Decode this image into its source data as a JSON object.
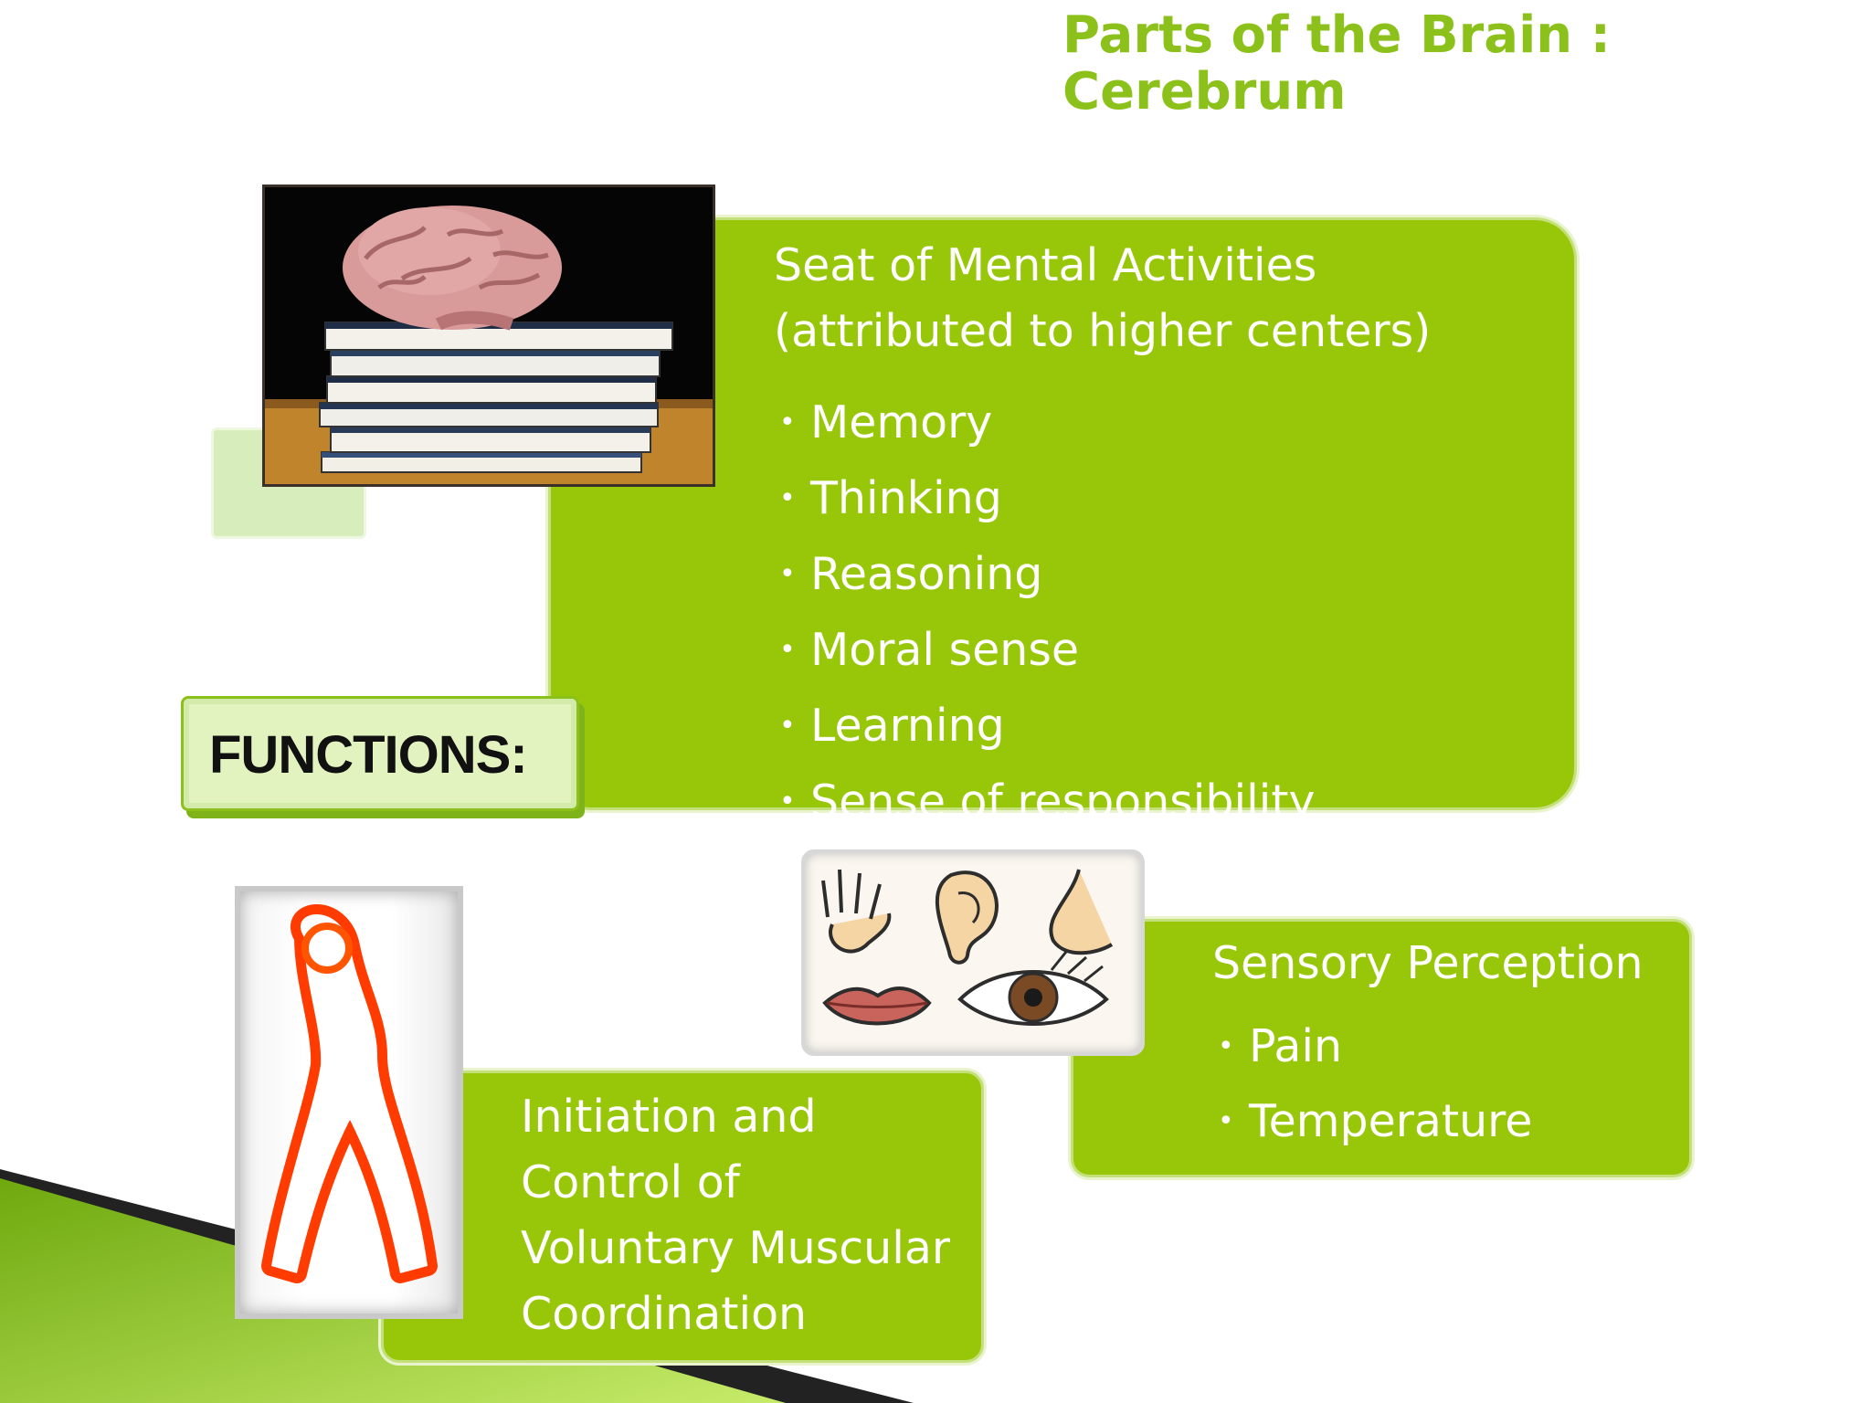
{
  "slide": {
    "title": "Parts of the Brain :\nCerebrum",
    "functions_label": "FUNCTIONS:",
    "mental": {
      "heading_line1": "Seat of Mental Activities",
      "heading_line2": "(attributed to higher centers)",
      "items": [
        "Memory",
        "Thinking",
        "Reasoning",
        "Moral sense",
        "Learning",
        "Sense of responsibility"
      ]
    },
    "sensory": {
      "heading": "Sensory Perception",
      "items": [
        "Pain",
        "Temperature"
      ]
    },
    "motor": {
      "lines": [
        "Initiation and",
        "Control of",
        "Voluntary Muscular",
        "Coordination"
      ]
    },
    "bullet": "•"
  },
  "colors": {
    "accent_green": "#98c70a",
    "title_green": "#8cc11c",
    "label_bg": "#e3f3c0"
  },
  "images": {
    "brain": "brain-on-books-image",
    "senses": "five-senses-image",
    "stretch": "stretching-figure-image"
  }
}
